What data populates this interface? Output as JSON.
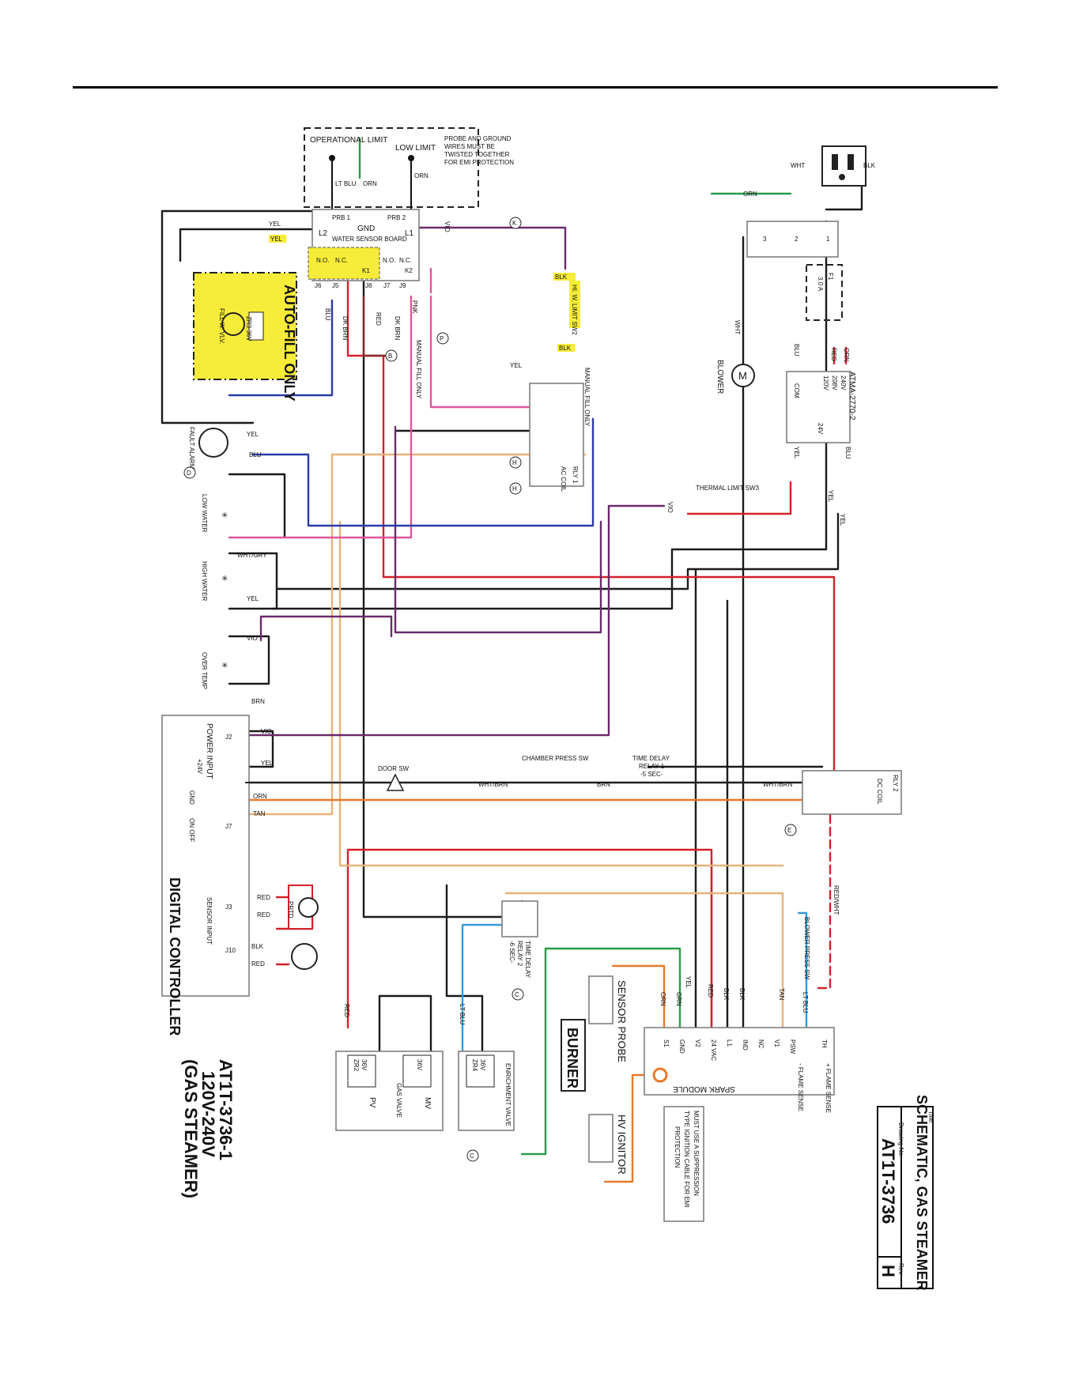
{
  "drawing_title": "SCHEMATIC, GAS STEAMER",
  "drawing_number": "AT1T-3736",
  "revision": "H",
  "title_label": "Title:",
  "drawing_no_label": "Drawing No.",
  "rev_label": "Rev.",
  "model": {
    "line1": "AT1T-3736-1",
    "line2": "120V-240V",
    "line3": "(GAS STEAMER)"
  },
  "components": {
    "probe_note": [
      "PROBE AND GROUND",
      "WIRES MUST BE",
      "TWISTED TOGETHER",
      "FOR EMI PROTECTION"
    ],
    "operational_limit": "OPERATIONAL LIMIT",
    "low_limit": "LOW LIMIT",
    "prb1": "PRB 1",
    "prb2": "PRB 2",
    "gnd": "GND",
    "water_sensor_board": "WATER SENSOR BOARD",
    "l1": "L1",
    "l2": "L2",
    "k1": "K1",
    "k2": "K2",
    "no": "N.O.",
    "nc": "N.C.",
    "j6": "J6",
    "j5": "J5",
    "j8": "J8",
    "j7": "J7",
    "j9": "J9",
    "auto_fill": "AUTO-FILL ONLY",
    "fill_valve": "FILL W. VLV.",
    "fill_ohms": "ZR3 36V",
    "hi_water_limit": "HI. W. LIMIT SW2",
    "manual_fill": "MANUAL FILL ONLY",
    "manual_fill_only_p": "MANUAL FILL ONLY",
    "rly1": "RLY 1",
    "ac_coil": "AC COIL",
    "blower": "BLOWER",
    "motor": "M",
    "transformer": "ATMA-2770-2",
    "v120": "120V",
    "v208": "208V",
    "v240": "240V",
    "com": "COM",
    "v24": "24V",
    "fuse": "F1",
    "fuse_rating": "3.0 A",
    "thermal_limit": "THERMAL LIMIT SW3",
    "fault_alarm": "FAULT ALARM",
    "low_water": "LOW WATER",
    "high_water": "HIGH WATER",
    "over_temp": "OVER TEMP",
    "power_input": "POWER INPUT",
    "j2": "J2",
    "plus24v": "+24V",
    "gnd_lbl": "GND",
    "on_off": "ON OFF",
    "j7_ctrl": "J7",
    "sensor_input": "SENSOR INPUT",
    "j3": "J3",
    "j10": "J10",
    "digital_controller": "DIGITAL CONTROLLER",
    "prtd": "PRTD",
    "door_sw": "DOOR SW",
    "chamber_press_sw": "CHAMBER PRESS SW",
    "time_delay_relay1": [
      "TIME DELAY",
      "RELAY 1",
      "-5 SEC-"
    ],
    "rly2": "RLY 2",
    "dc_coil": "DC COIL",
    "red_wht": "RED/WHT",
    "blower_press_sw": "BLOWER PRESS SW",
    "time_delay_relay2": [
      "TIME DELAY",
      "RELAY 2",
      "-6 SEC-"
    ],
    "sensor_probe": "SENSOR PROBE",
    "burner": "BURNER",
    "hv_ignitor": "HV IGNITOR",
    "spark_module": "SPARK MODULE",
    "flame_sense_plus": "+ FLAME SENSE",
    "flame_sense_minus": "- FLAME SENSE",
    "emi_note": [
      "MUST USE A SUPPRESSION",
      "TYPE IGNITION CABLE FOR EMI",
      "PROTECTION"
    ],
    "gas_valve": "GAS VALVE",
    "pv": "PV",
    "mv": "MV",
    "enrichment_valve": "ENRICHMENT VALVE",
    "coil_36v": "36V",
    "zr2": "ZR2",
    "zr4": "ZR4",
    "mark_b": "B",
    "mark_c": "C",
    "mark_d": "D",
    "mark_e": "E",
    "mark_h": "H",
    "mark_k": "K",
    "mark_p": "P"
  },
  "spark_terminals": [
    "S1",
    "GND",
    "V2",
    "24 VAC",
    "L1",
    "IND",
    "NC",
    "V1",
    "PSW",
    "TH"
  ],
  "wire_labels": {
    "yel": "YEL",
    "blu": "BLU",
    "ltblu": "LT BLU",
    "orn": "ORN",
    "red": "RED",
    "blk": "BLK",
    "wht": "WHT",
    "vio": "VIO",
    "brn": "BRN",
    "tan": "TAN",
    "pnk": "PNK",
    "dkbrn": "DK BRN",
    "whtgry": "WHT/GRY",
    "whtbrn": "WHT/BRN",
    "grn": "GRN"
  },
  "colors": {
    "highlight": "#f7ec3a",
    "red_wire": "#d4202a",
    "tan_wire": "#e8b27a",
    "orange_wire": "#e87a2a",
    "pink_wire": "#e0559a",
    "violet_wire": "#6a2a6a",
    "blue_wire": "#2a3aa8",
    "green_wire": "#2a9a4a",
    "ltblue_wire": "#3a9ad8"
  }
}
